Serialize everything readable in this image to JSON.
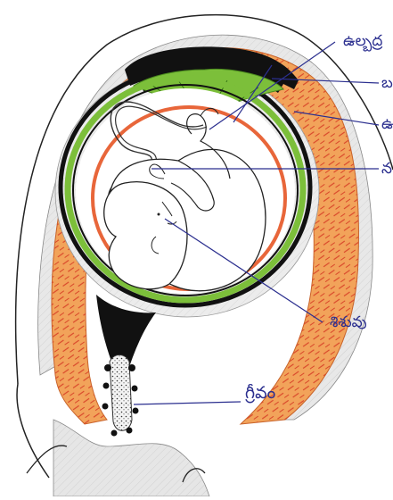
{
  "diagram": {
    "labels": {
      "placenta": "ఉల్బద్ర",
      "label_2": "బ",
      "label_3": "ఉ",
      "label_4": "న",
      "fetus": "శిశువు",
      "cervix": "గ్రీవం"
    },
    "colors": {
      "uterine_wall": "#f2a35a",
      "muscle_streaks": "#d9482b",
      "outer_dark": "#111111",
      "green_membrane": "#7cbf3a",
      "orange_membrane": "#e8663a",
      "label_text": "#2b2f8f",
      "leader_line": "#2b2f8f"
    }
  }
}
